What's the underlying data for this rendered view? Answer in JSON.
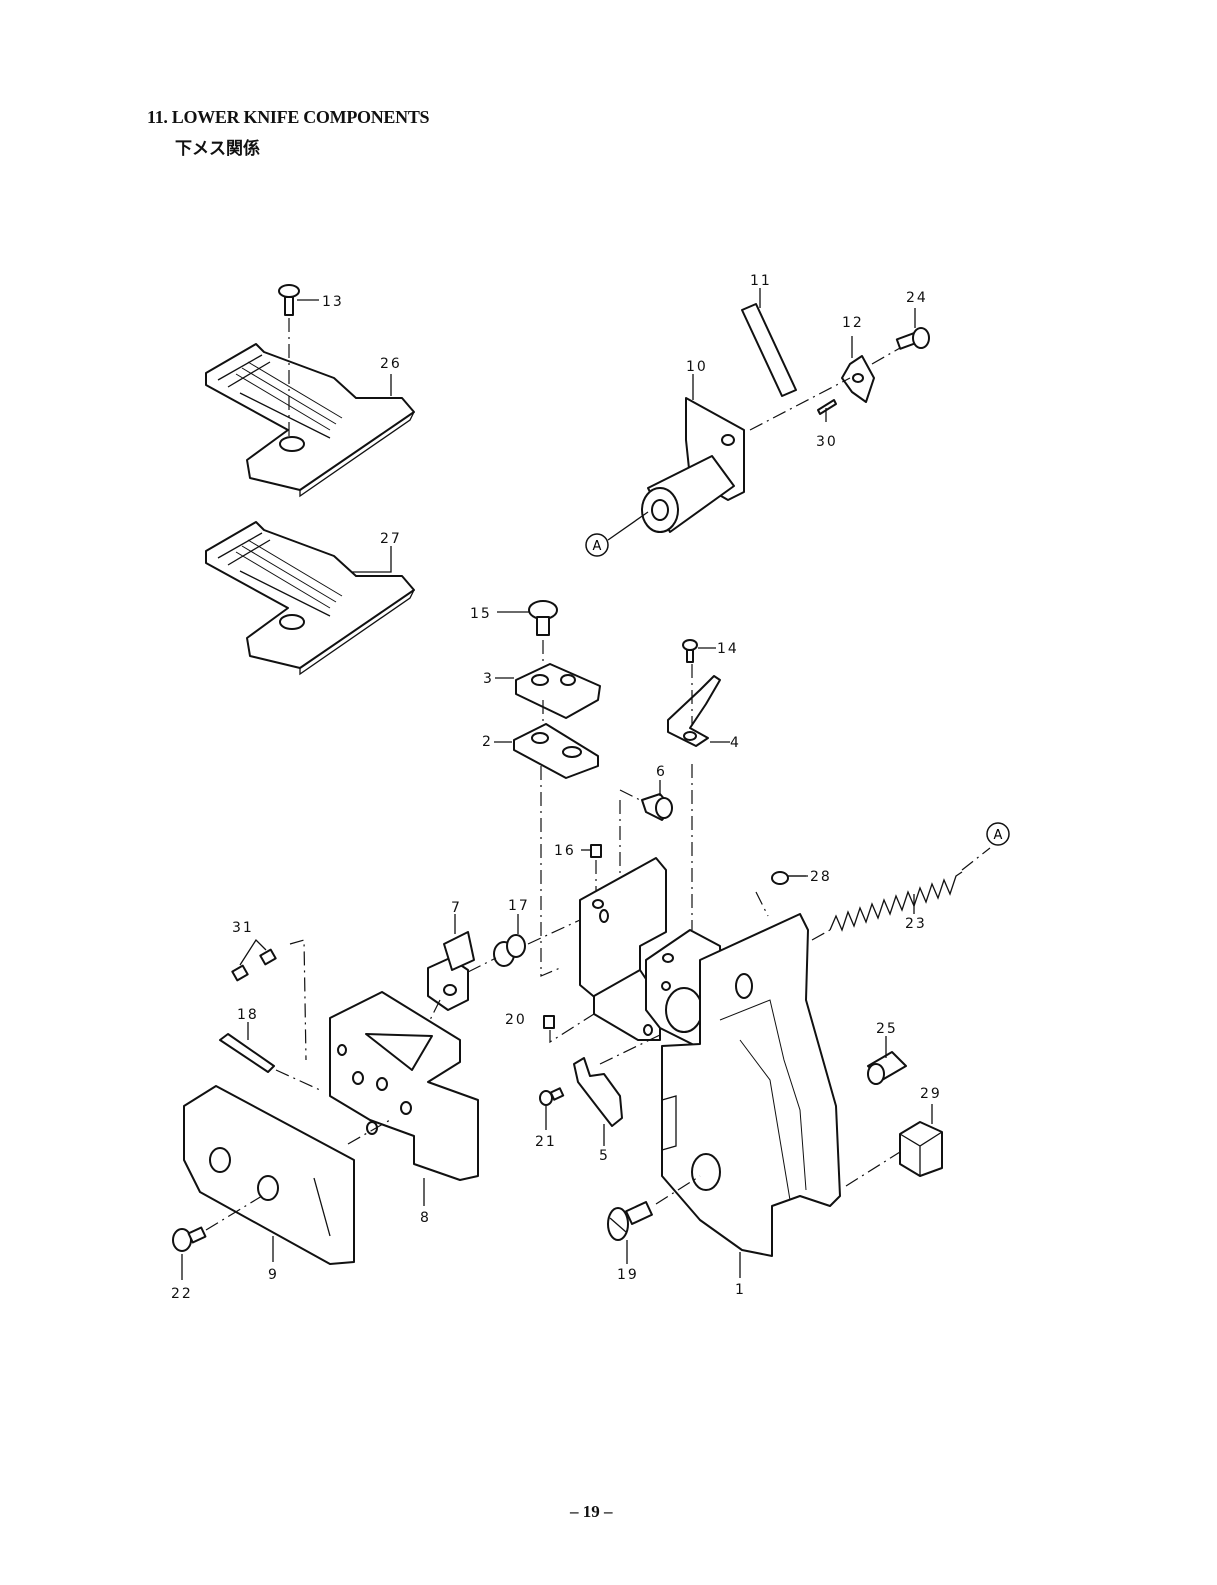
{
  "header": {
    "title": "11. LOWER KNIFE COMPONENTS",
    "subtitle": "下メス関係"
  },
  "footer": {
    "page_number": "– 19 –"
  },
  "diagram": {
    "part_numbers": [
      "1",
      "2",
      "3",
      "4",
      "5",
      "6",
      "7",
      "8",
      "9",
      "10",
      "11",
      "12",
      "13",
      "14",
      "15",
      "16",
      "17",
      "18",
      "19",
      "20",
      "21",
      "22",
      "23",
      "24",
      "25",
      "26",
      "27",
      "28",
      "29",
      "30",
      "31"
    ],
    "connector_marks": [
      "A",
      "A"
    ]
  }
}
